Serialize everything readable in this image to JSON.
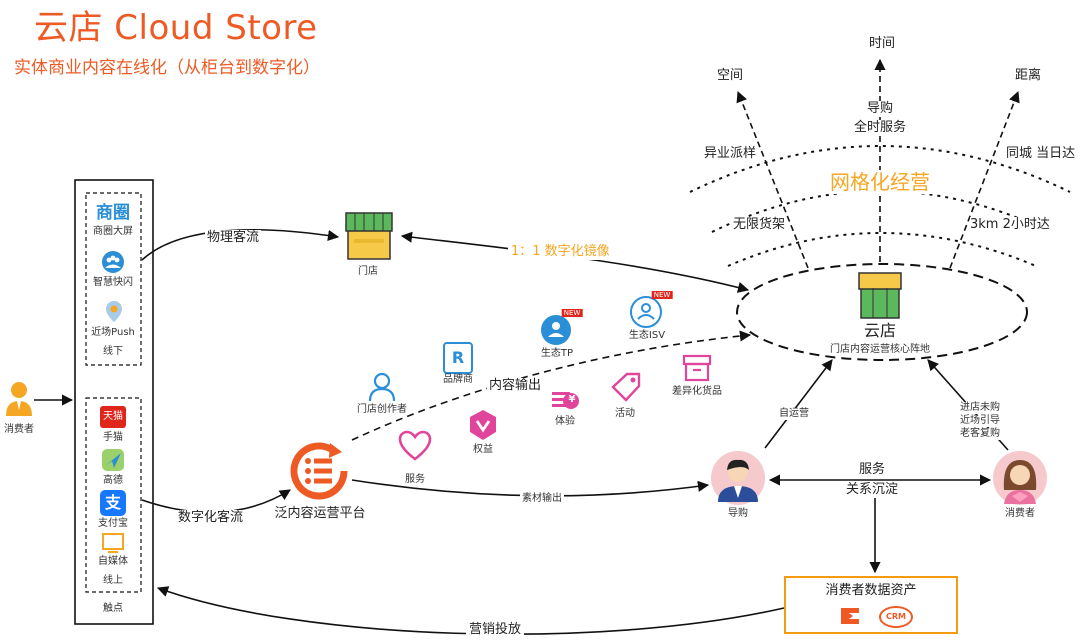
{
  "header": {
    "title": "云店 Cloud Store",
    "subtitle": "实体商业内容在线化（从柜台到数字化）"
  },
  "touchpoints": {
    "offline": {
      "items": [
        "商圈大屏",
        "智慧快闪",
        "近场Push"
      ],
      "label": "线下",
      "logo_text": "商圈"
    },
    "online": {
      "items": [
        "手猫",
        "高德",
        "支付宝",
        "自媒体"
      ],
      "label": "线上",
      "tmall_text": "天猫",
      "alipay_glyph": "支"
    },
    "label": "触点"
  },
  "consumer_left": "消费者",
  "flows": {
    "physical": "物理客流",
    "digital": "数字化客流",
    "mirror": "1：1 数字化镜像",
    "content_out": "内容输出",
    "material_out": "素材输出",
    "self_op": "自运营",
    "marketing": "营销投放",
    "service": "服务",
    "relation": "关系沉淀",
    "consumer_flow": [
      "进店未购",
      "近场引导",
      "老客复购"
    ]
  },
  "nodes": {
    "store": "门店",
    "cloud_store": "云店",
    "cloud_store_desc": "门店内容运营核心阵地",
    "platform": "泛内容运营平台",
    "guide": "导购",
    "consumer_right": "消费者",
    "data_assets": "消费者数据资产",
    "crm": "CRM"
  },
  "ecosystem": {
    "creator": "门店创作者",
    "brand": "品牌商",
    "brand_glyph": "R",
    "tp": "生态TP",
    "isv": "生态ISV",
    "service": "服务",
    "rights": "权益",
    "experience": "体验",
    "activity": "活动",
    "diff_goods": "差异化货品",
    "new_badge": "NEW",
    "yen": "¥"
  },
  "grid": {
    "title": "网格化经营",
    "dimensions": [
      "空间",
      "时间",
      "距离"
    ],
    "top_labels": [
      "导购",
      "全时服务"
    ],
    "left_upper": "异业派样",
    "right_upper": "同城 当日达",
    "left_lower": "无限货架",
    "right_lower": "3km 2小时达"
  },
  "colors": {
    "accent": "#ee5a24",
    "orange": "#f5a623",
    "blue": "#2a8fd6",
    "pink": "#e0459b",
    "store_green": "#5cb85c",
    "store_yellow": "#f7c948"
  }
}
